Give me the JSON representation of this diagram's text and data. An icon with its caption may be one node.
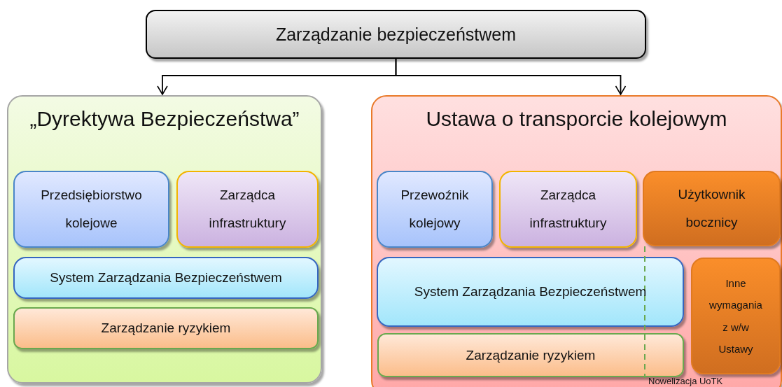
{
  "diagram": {
    "nodes": [
      {
        "text": [
          "Zarządzanie bezpieczeństwem"
        ]
      },
      {
        "text": [
          "„Dyrektywa Bezpieczeństwa”"
        ]
      },
      {
        "text": [
          "Przedsiębiorstwo kolejowe"
        ],
        "in": 1
      },
      {
        "text": [
          "Zarządca infrastruktury"
        ],
        "in": 1
      },
      {
        "text": [
          "System Zarządzania Bezpieczeństwem"
        ],
        "in": 1
      },
      {
        "text": [
          "Zarządzanie ryzykiem"
        ],
        "in": 1
      },
      {
        "text": [
          "Ustawa o transporcie kolejowym"
        ]
      },
      {
        "text": [
          "Przewoźnik kolejowy"
        ],
        "in": 6
      },
      {
        "text": [
          "Zarządca infrastruktury"
        ],
        "in": 6
      },
      {
        "text": [
          "Użytkownik bocznicy"
        ],
        "in": 6
      },
      {
        "text": [
          "System Zarządzania Bezpieczeństwem"
        ],
        "in": 6
      },
      {
        "text": [
          "Zarządzanie ryzykiem"
        ],
        "in": 6
      },
      {
        "text": [
          "Inne wymagania z w/w Ustawy"
        ],
        "in": 6
      }
    ],
    "edges": [
      {
        "from": 0,
        "to": 1,
        "arrow": "to"
      },
      {
        "from": 0,
        "to": 6,
        "arrow": "to"
      }
    ],
    "labels": [
      "Nowelizacja UoTK"
    ]
  }
}
